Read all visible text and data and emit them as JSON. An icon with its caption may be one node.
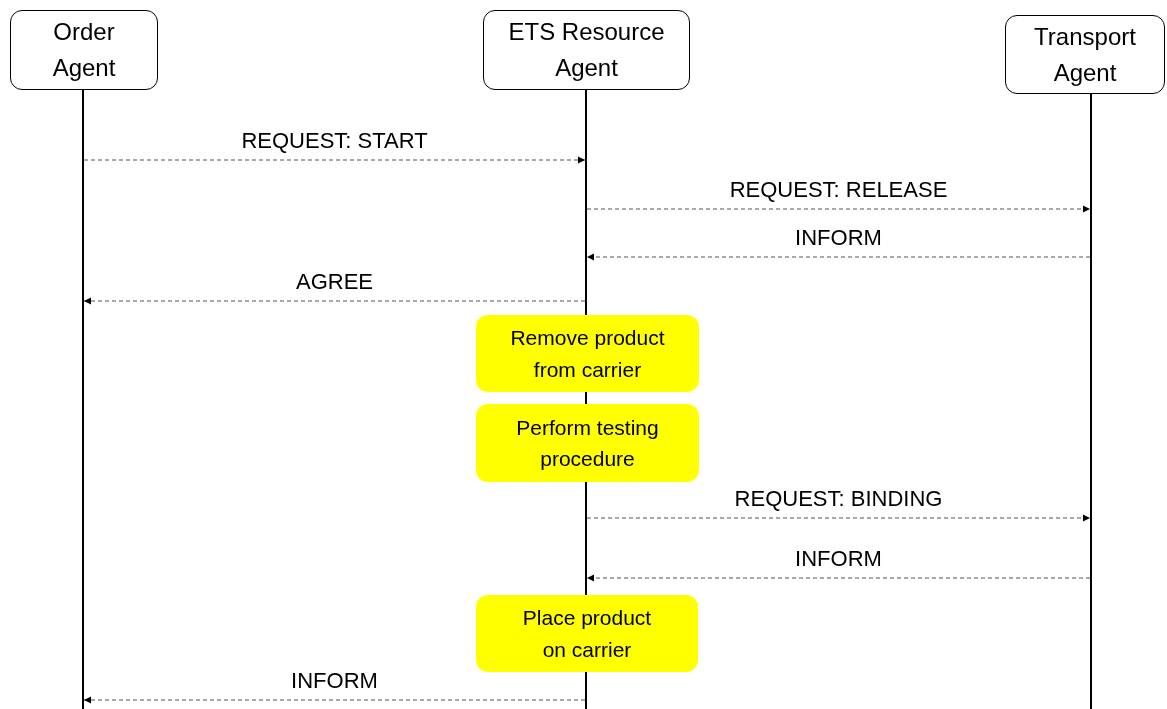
{
  "diagram": {
    "nodes": [
      {
        "text": [
          "Order Agent"
        ]
      },
      {
        "text": [
          "ETS Resource Agent"
        ]
      },
      {
        "text": [
          "Transport Agent"
        ]
      },
      {
        "text": [],
        "shape": "line"
      },
      {
        "text": [],
        "shape": "line"
      },
      {
        "text": [],
        "shape": "line"
      },
      {
        "text": [
          "Remove product from carrier"
        ]
      },
      {
        "text": [
          "Perform testing procedure"
        ]
      },
      {
        "text": [
          "Place product on carrier"
        ]
      }
    ],
    "edges": [
      {
        "from": 3,
        "to": 4,
        "arrow": "to",
        "label": "REQUEST: START",
        "style": "dashed"
      },
      {
        "from": 4,
        "to": 5,
        "arrow": "to",
        "label": "REQUEST: RELEASE",
        "style": "dashed"
      },
      {
        "from": 5,
        "to": 4,
        "arrow": "to",
        "label": "INFORM",
        "style": "dashed"
      },
      {
        "from": 4,
        "to": 3,
        "arrow": "to",
        "label": "AGREE",
        "style": "dashed"
      },
      {
        "from": 4,
        "to": 5,
        "arrow": "to",
        "label": "REQUEST: BINDING",
        "style": "dashed"
      },
      {
        "from": 5,
        "to": 4,
        "arrow": "to",
        "label": "INFORM",
        "style": "dashed"
      },
      {
        "from": 4,
        "to": 3,
        "arrow": "to",
        "label": "INFORM",
        "style": "dashed"
      }
    ]
  }
}
